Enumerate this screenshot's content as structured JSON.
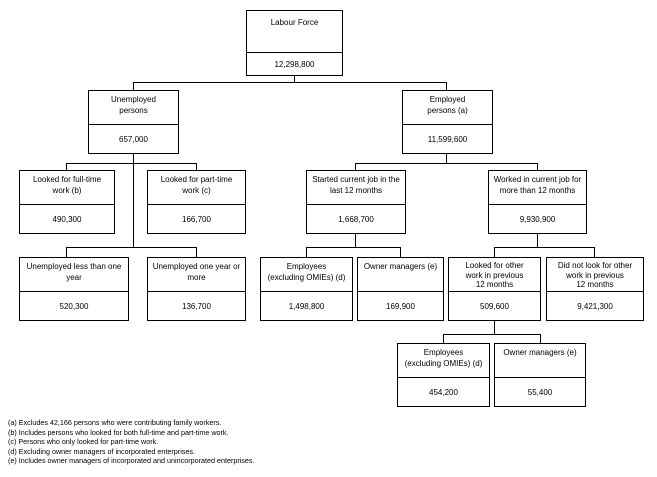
{
  "nodes": {
    "labour": {
      "label": "Labour Force",
      "value": "12,298,800"
    },
    "unemployed": {
      "label": "Unemployed\npersons",
      "value": "657,000"
    },
    "employed": {
      "label": "Employed\npersons (a)",
      "value": "11,599,600"
    },
    "ft": {
      "label": "Looked for full-time\nwork (b)",
      "value": "490,300"
    },
    "pt": {
      "label": "Looked for part-time\nwork (c)",
      "value": "166,700"
    },
    "started": {
      "label": "Started current job in the\nlast 12 months",
      "value": "1,668,700"
    },
    "worked": {
      "label": "Worked in current job for\nmore than 12 months",
      "value": "9,930,900"
    },
    "lt1": {
      "label": "Unemployed less than one\nyear",
      "value": "520,300"
    },
    "ge1": {
      "label": "Unemployed one year or\nmore",
      "value": "136,700"
    },
    "emp1": {
      "label": "Employees\n(excluding OMIEs) (d)",
      "value": "1,498,800"
    },
    "own1": {
      "label": "Owner managers (e)",
      "value": "169,900"
    },
    "looked": {
      "label": "Looked for other\nwork in previous\n12 months",
      "value": "509,600"
    },
    "notlooked": {
      "label": "Did not look for other\nwork in previous\n12 months",
      "value": "9,421,300"
    },
    "emp2": {
      "label": "Employees\n(excluding OMIEs) (d)",
      "value": "454,200"
    },
    "own2": {
      "label": "Owner managers (e)",
      "value": "55,400"
    }
  },
  "notes": [
    "(a) Excludes 42,166 persons who were contributing family workers.",
    "(b) Includes persons who looked for both full-time and part-time work.",
    "(c) Persons who only looked for part-time work.",
    "(d) Excluding owner managers of incorporated enterprises.",
    "(e) Includes owner managers of incorporated and unincorporated enterprises."
  ]
}
